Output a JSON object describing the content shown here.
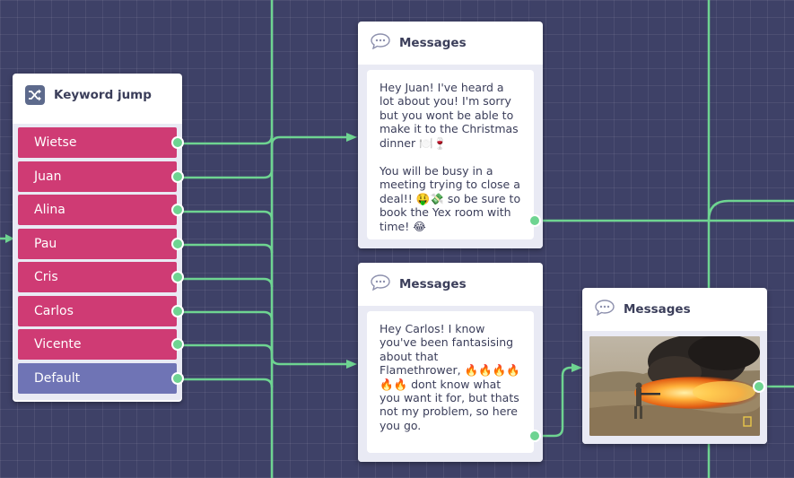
{
  "keyword_node": {
    "title": "Keyword jump",
    "icon": "shuffle-icon",
    "items": [
      {
        "label": "Wietse"
      },
      {
        "label": "Juan"
      },
      {
        "label": "Alina"
      },
      {
        "label": "Pau"
      },
      {
        "label": "Cris"
      },
      {
        "label": "Carlos"
      },
      {
        "label": "Vicente"
      },
      {
        "label": "Default"
      }
    ]
  },
  "message_nodes": [
    {
      "title": "Messages",
      "icon": "chat-bubble-icon",
      "paragraphs": [
        "Hey Juan! I've heard a lot about you! I'm sorry but you wont be able to make it to the Christmas dinner 🍽️🍷",
        "You will be busy in a meeting trying to close a deal!! 🤑💸 so be sure to book the Yex room with time! 😂"
      ]
    },
    {
      "title": "Messages",
      "icon": "chat-bubble-icon",
      "paragraphs": [
        "Hey Carlos! I know you've been fantasising about that Flamethrower, 🔥🔥🔥🔥🔥🔥 dont know what you want it for, but thats not my problem, so here you go."
      ]
    },
    {
      "title": "Messages",
      "icon": "chat-bubble-icon",
      "image": "flamethrower-photo"
    }
  ],
  "colors": {
    "background": "#3e4167",
    "wire": "#6ed491",
    "keyword_item": "#cf3b74",
    "default_item": "#6f74b5"
  }
}
